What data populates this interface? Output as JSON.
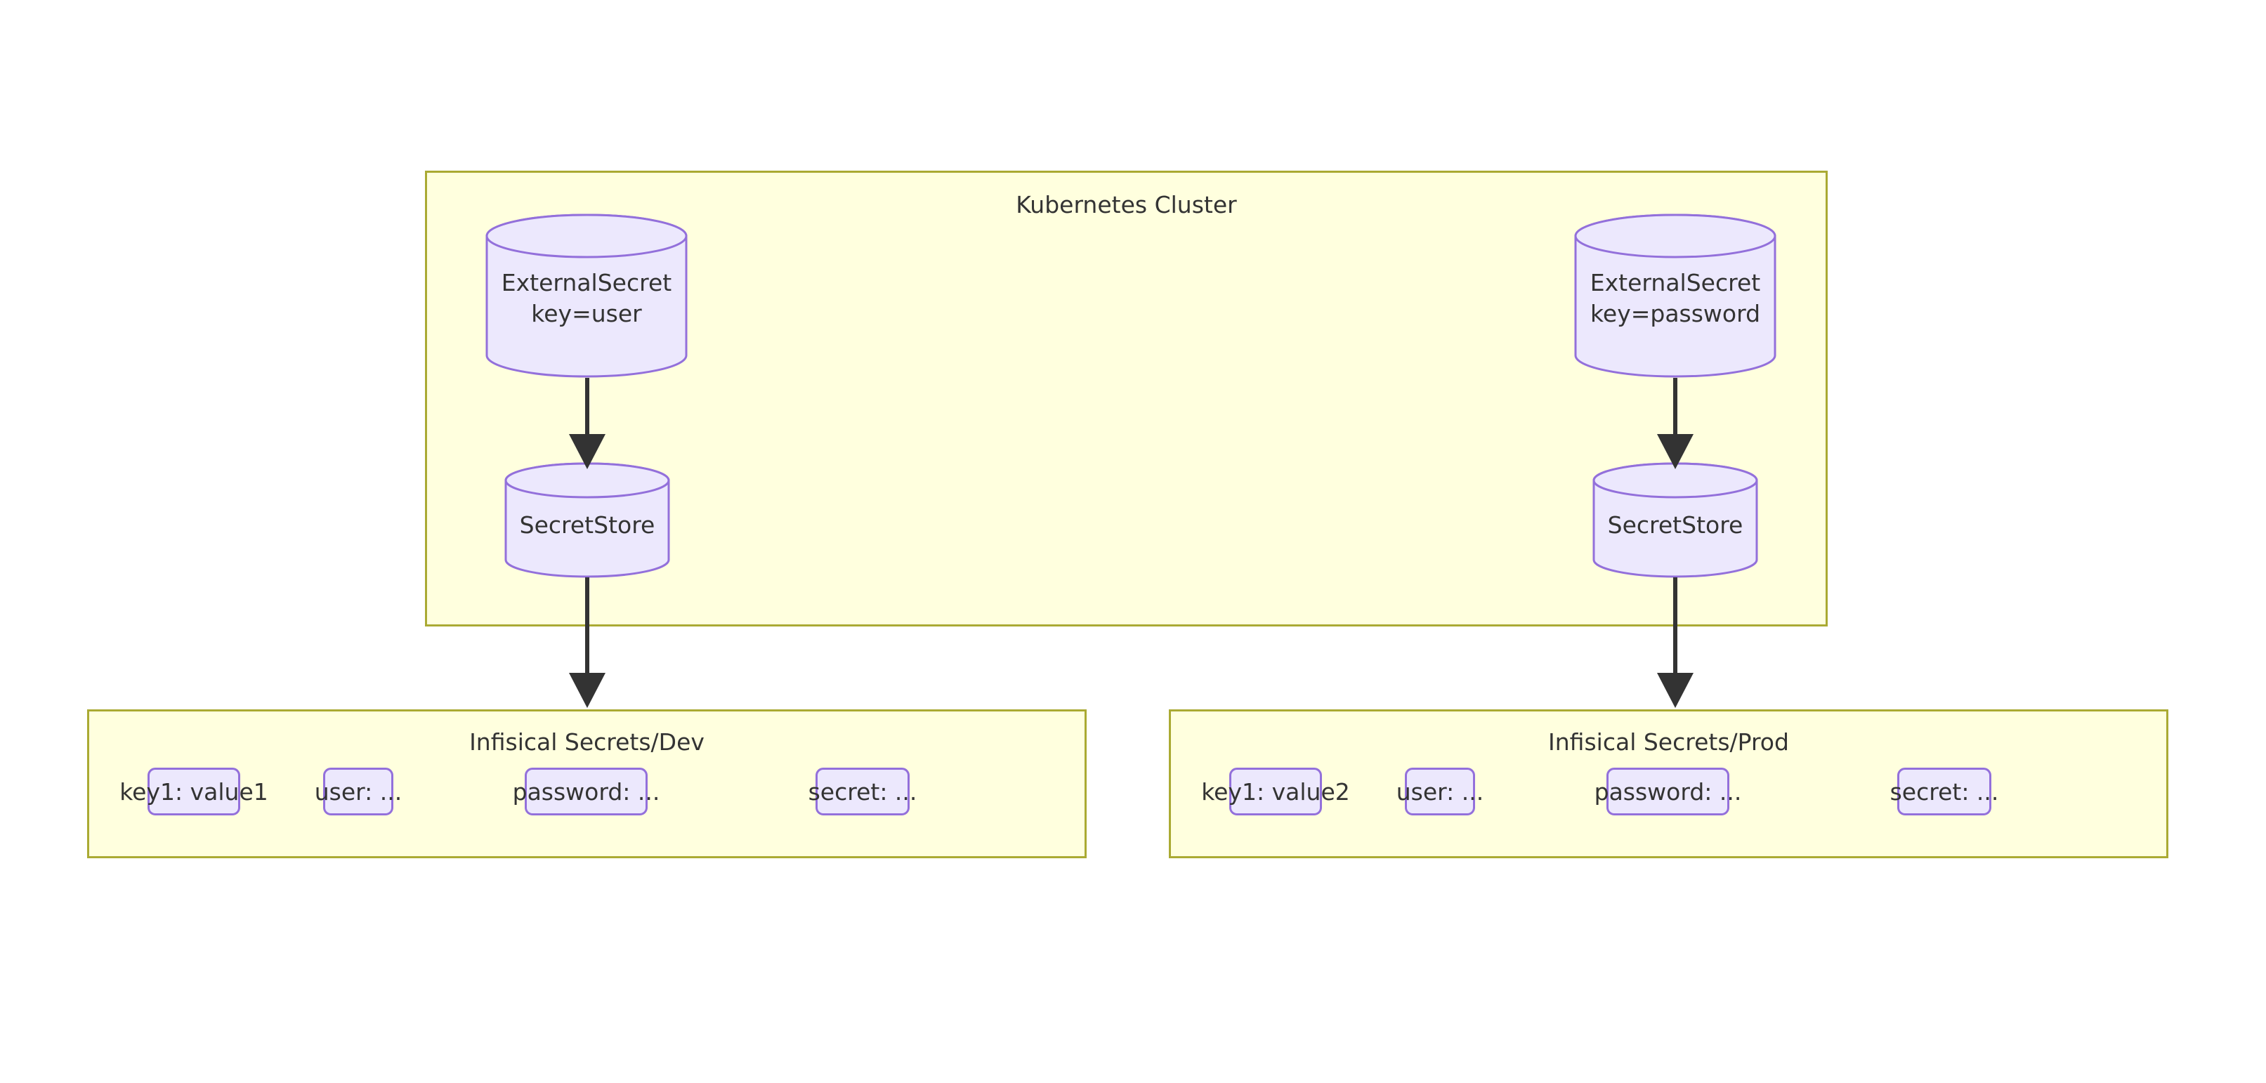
{
  "diagram": {
    "type": "flowchart",
    "title_text": "External Secrets Operator syncing Infisical secrets into a Kubernetes cluster",
    "colors": {
      "subgraph_fill": "#ffffde",
      "subgraph_border": "#aaaa33",
      "node_fill": "#ece8fd",
      "node_border": "#9370db",
      "text": "#333333",
      "edge": "#333333",
      "background": "#ffffff"
    }
  },
  "cluster": {
    "title": "Kubernetes Cluster",
    "nodes": {
      "external_secret_user": {
        "line1": "ExternalSecret",
        "line2": "key=user",
        "shape": "cylinder"
      },
      "secret_store_dev": {
        "line1": "SecretStore",
        "shape": "cylinder"
      },
      "external_secret_password": {
        "line1": "ExternalSecret",
        "line2": "key=password",
        "shape": "cylinder"
      },
      "secret_store_prod": {
        "line1": "SecretStore",
        "shape": "cylinder"
      }
    }
  },
  "dev_panel": {
    "title": "Infisical Secrets/Dev",
    "items": [
      {
        "label": "key1: value1"
      },
      {
        "label": "user: ..."
      },
      {
        "label": "password: ..."
      },
      {
        "label": "secret: ..."
      }
    ]
  },
  "prod_panel": {
    "title": "Infisical Secrets/Prod",
    "items": [
      {
        "label": "key1: value2"
      },
      {
        "label": "user: ..."
      },
      {
        "label": "password: ..."
      },
      {
        "label": "secret: ..."
      }
    ]
  },
  "edges": [
    {
      "from": "external_secret_user",
      "to": "secret_store_dev",
      "label": ""
    },
    {
      "from": "secret_store_dev",
      "to": "dev_panel",
      "label": ""
    },
    {
      "from": "external_secret_password",
      "to": "secret_store_prod",
      "label": ""
    },
    {
      "from": "secret_store_prod",
      "to": "prod_panel",
      "label": ""
    }
  ]
}
